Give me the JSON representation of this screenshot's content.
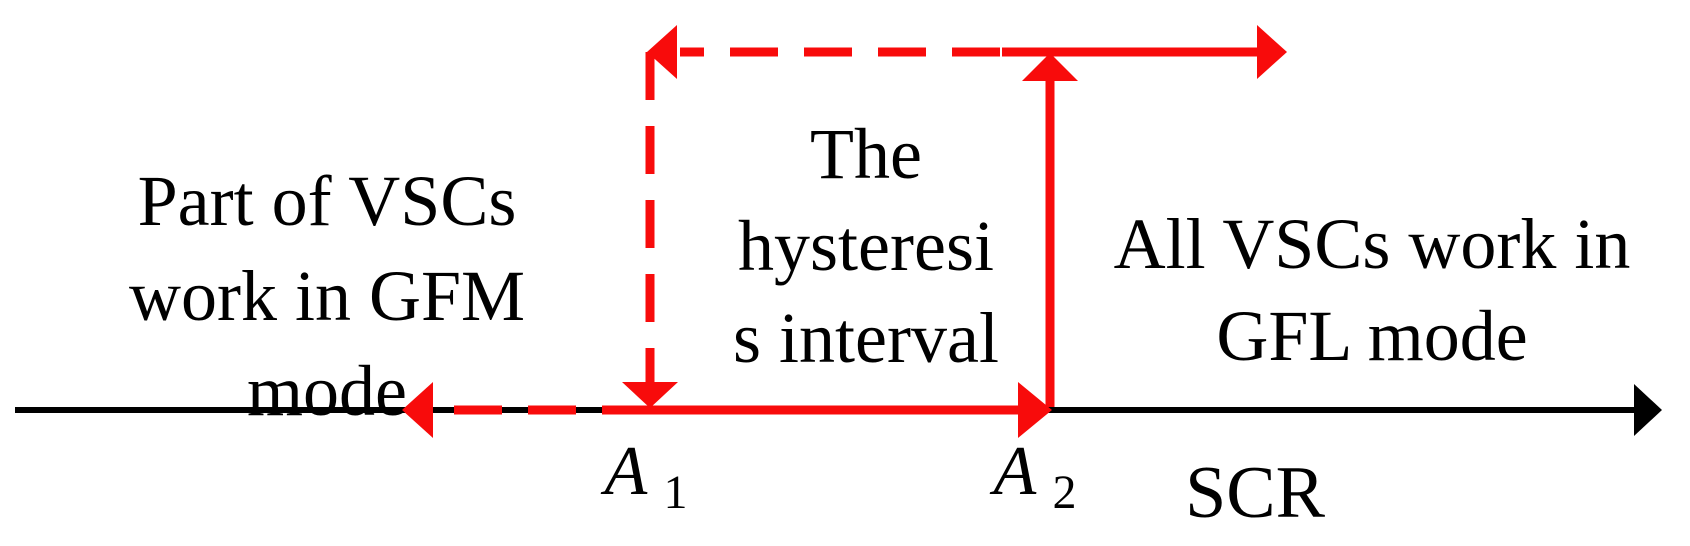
{
  "figure": {
    "type": "hysteresis-interval-diagram",
    "colors": {
      "path_red": "#f80b0b",
      "axis_black": "#000000",
      "background": "#ffffff"
    },
    "axis": {
      "label": "SCR"
    },
    "regions": {
      "left": {
        "lines": [
          "Part of VSCs",
          "work in GFM",
          "mode"
        ]
      },
      "middle": {
        "lines": [
          "The",
          "hysteresi",
          "s interval"
        ]
      },
      "right": {
        "lines": [
          "All VSCs work in",
          "GFL mode"
        ]
      }
    },
    "thresholds": {
      "lower": {
        "base": "A",
        "sub": "1"
      },
      "upper": {
        "base": "A",
        "sub": "2"
      }
    }
  }
}
